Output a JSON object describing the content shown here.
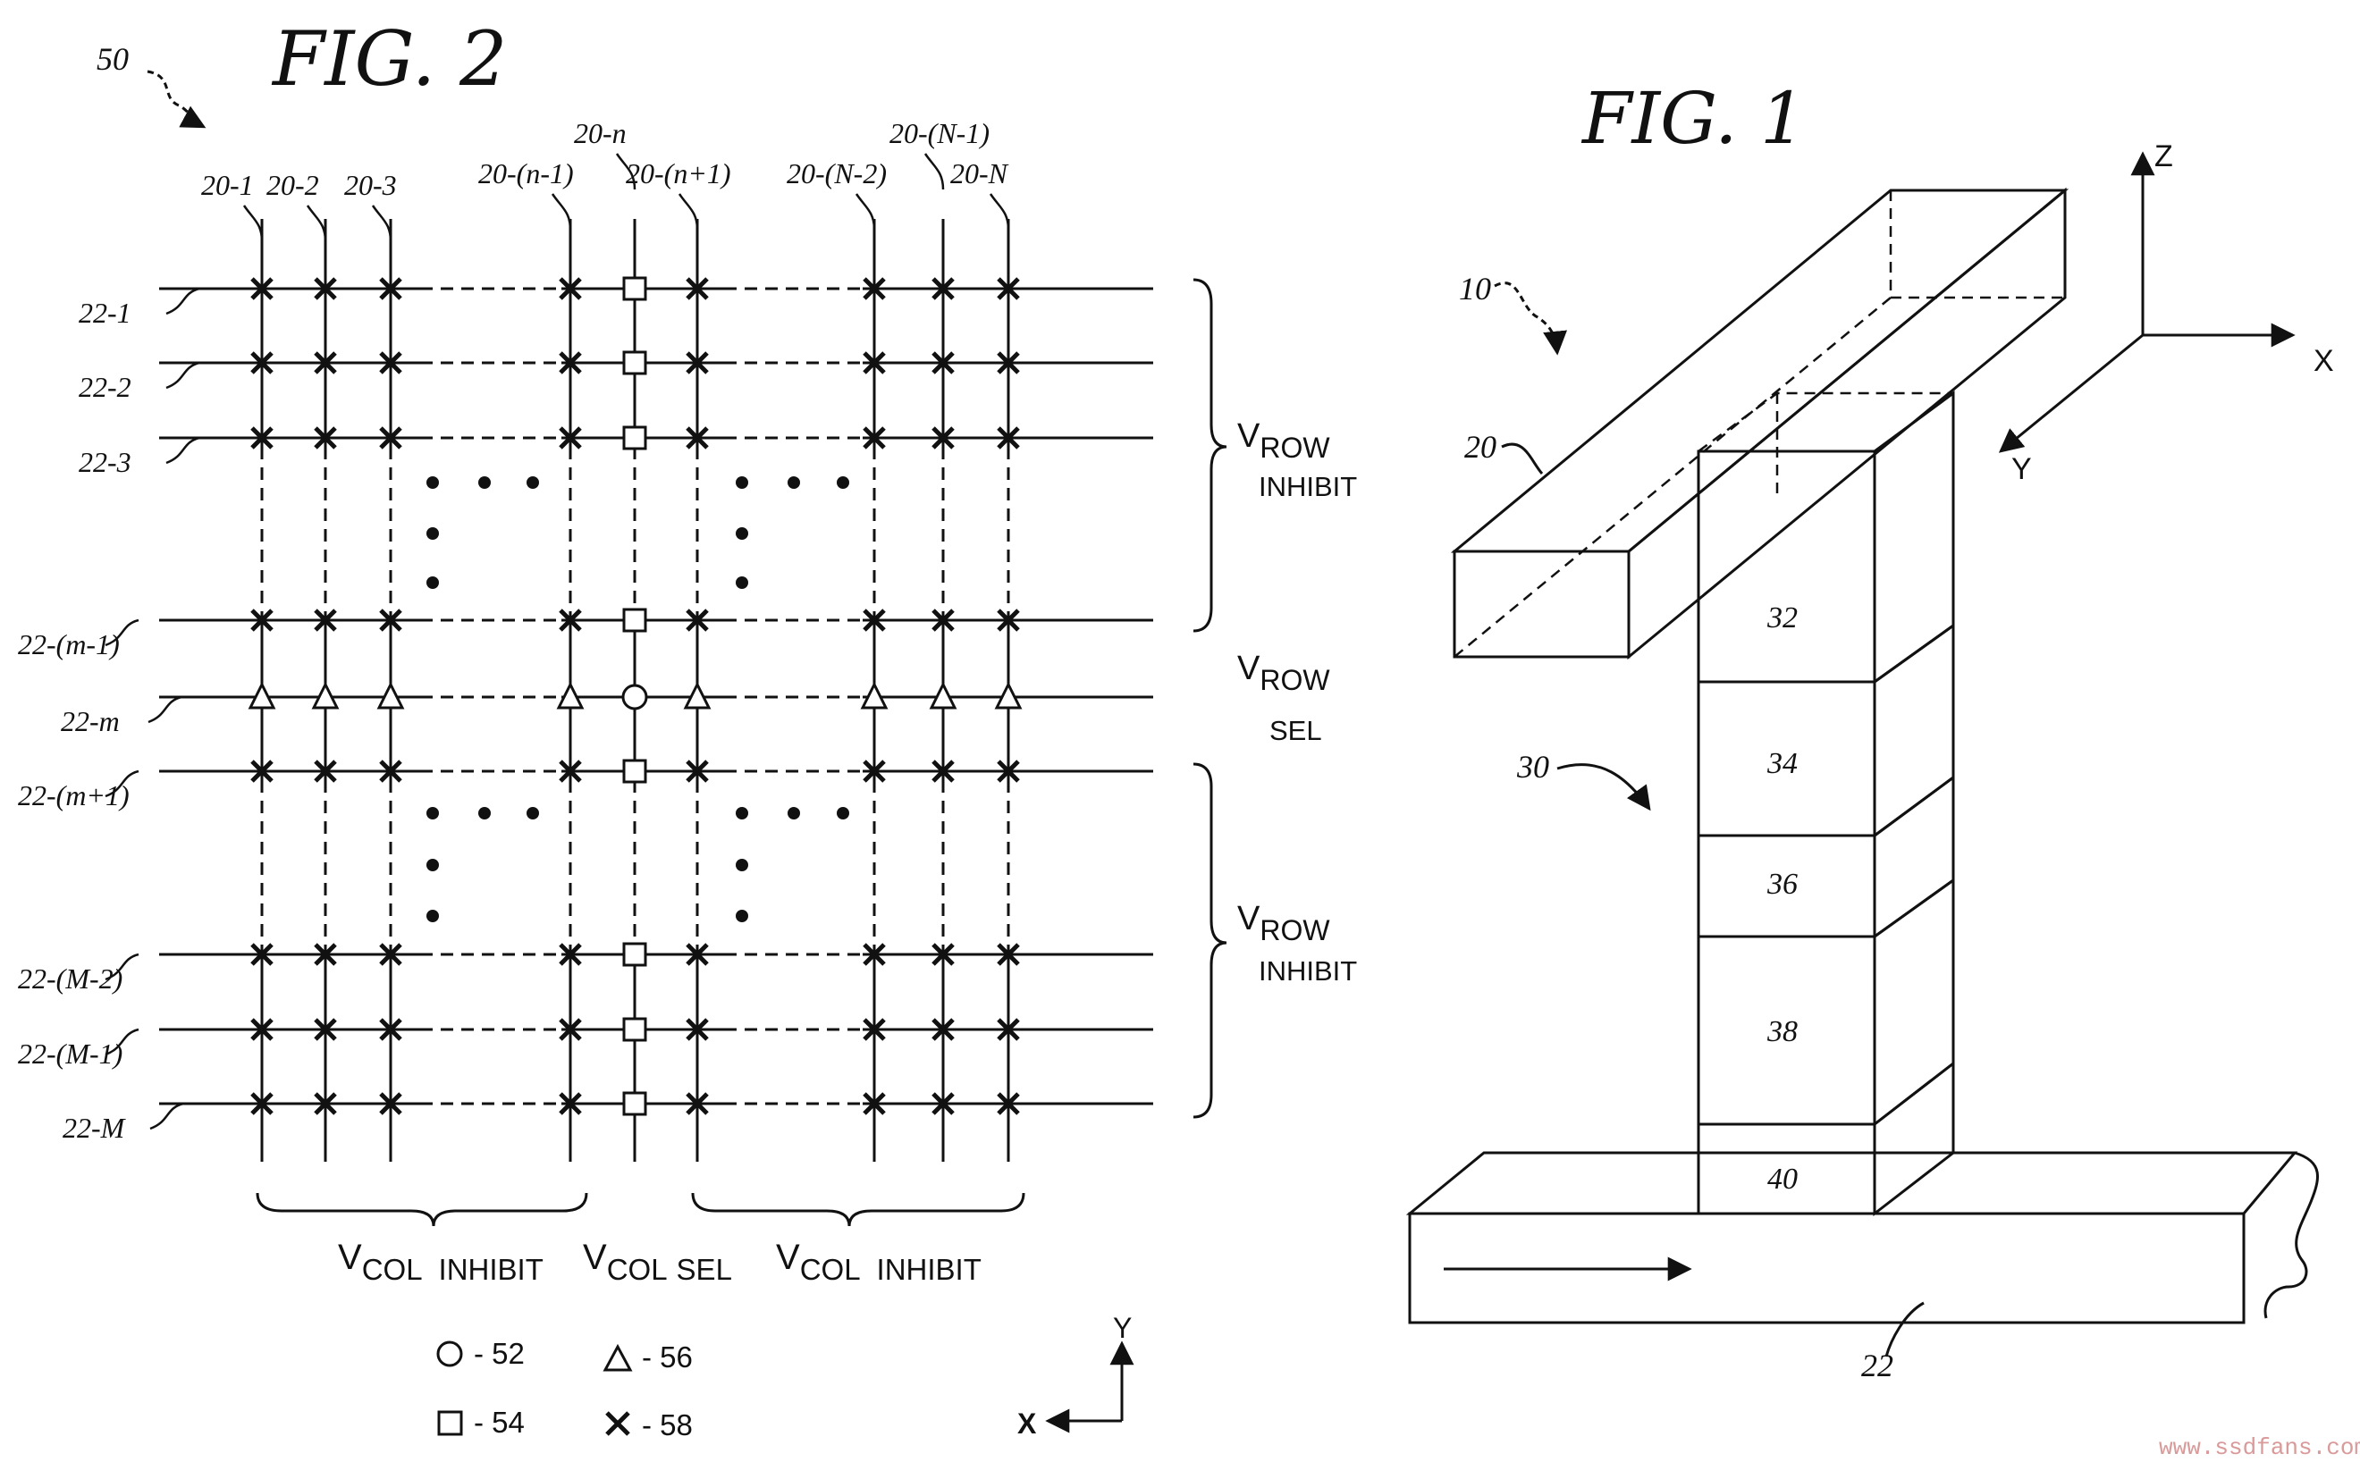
{
  "fig2": {
    "title": "FIG. 2",
    "ref": "50",
    "columns": [
      "20-1",
      "20-2",
      "20-3",
      "20-(n-1)",
      "20-n",
      "20-(n+1)",
      "20-(N-2)",
      "20-(N-1)",
      "20-N"
    ],
    "rows": [
      "22-1",
      "22-2",
      "22-3",
      "22-(m-1)",
      "22-m",
      "22-(m+1)",
      "22-(M-2)",
      "22-(M-1)",
      "22-M"
    ],
    "row_groups": [
      {
        "v": "V",
        "sub": "ROW",
        "text": "INHIBIT"
      },
      {
        "v": "V",
        "sub": "ROW",
        "text": "SEL"
      },
      {
        "v": "V",
        "sub": "ROW",
        "text": "INHIBIT"
      }
    ],
    "col_groups": [
      {
        "v": "V",
        "sub": "COL",
        "text": "INHIBIT"
      },
      {
        "v": "V",
        "sub": "COL",
        "text": "SEL"
      },
      {
        "v": "V",
        "sub": "COL",
        "text": "INHIBIT"
      }
    ],
    "legend": [
      {
        "symbol": "circle",
        "label": "- 52"
      },
      {
        "symbol": "triangle",
        "label": "- 56"
      },
      {
        "symbol": "square",
        "label": "- 54"
      },
      {
        "symbol": "cross",
        "label": "- 58"
      }
    ],
    "axes": {
      "x": "X",
      "y": "Y"
    }
  },
  "fig1": {
    "title": "FIG. 1",
    "refs": {
      "device": "10",
      "top_line": "20",
      "stack": "30",
      "bottom_line": "22"
    },
    "layers": [
      "32",
      "34",
      "36",
      "38",
      "40"
    ],
    "axes": {
      "x": "X",
      "y": "Y",
      "z": "Z"
    }
  },
  "watermark": "www.ssdfans.com"
}
